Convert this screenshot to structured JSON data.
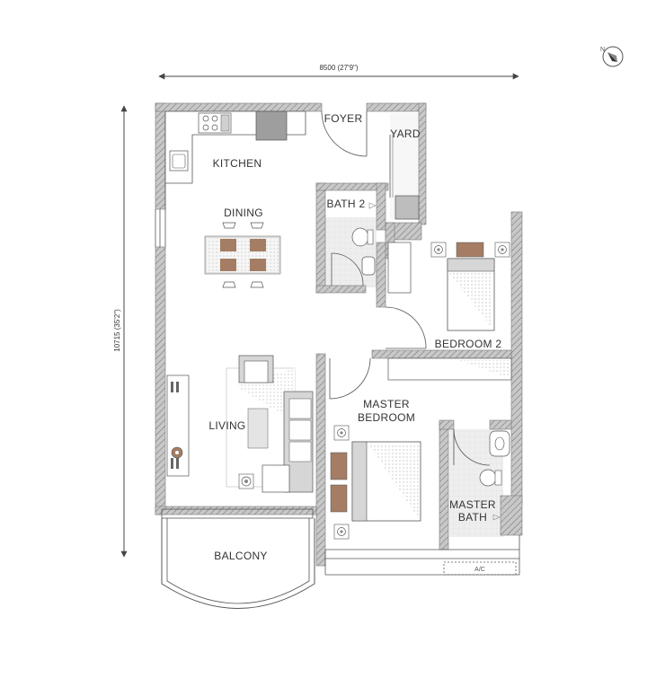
{
  "dimensions": {
    "width": "8500 (27'9\")",
    "height": "10715 (35'2\")"
  },
  "rooms": {
    "foyer": "FOYER",
    "yard": "YARD",
    "kitchen": "KITCHEN",
    "bath2": "BATH 2",
    "dining": "DINING",
    "bedroom2": "BEDROOM 2",
    "master_bedroom_line1": "MASTER",
    "master_bedroom_line2": "BEDROOM",
    "living": "LIVING",
    "master_bath_line1": "MASTER",
    "master_bath_line2": "BATH",
    "balcony": "BALCONY"
  },
  "labels": {
    "ac": "A/C",
    "north": "N"
  },
  "colors": {
    "wall": "#b3b3b3",
    "wall_hatch": "#8c8c8c",
    "furniture_brown": "#a47d64",
    "furniture_grey": "#d6d6d6",
    "fixture_grey": "#e8e8e8",
    "line": "#555555"
  }
}
